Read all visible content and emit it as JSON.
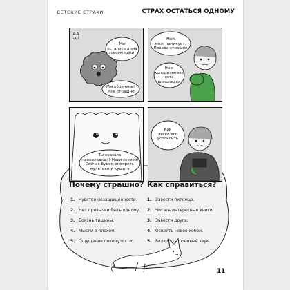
{
  "header": {
    "section": "ДЕТСКИЕ СТРАХИ",
    "title": "СТРАХ ОСТАТЬСЯ ОДНОМУ"
  },
  "comics": {
    "panel1": {
      "scream": "А-А-А-!",
      "bubble_right": "Мы\nостались дома\nсовсем одни!",
      "bubble_bottom": "Мы обречены!\nМне страшно"
    },
    "panel2": {
      "bubble_top": "Мой\nмозг паникует.\nПравда страшно",
      "bubble_bottom": "Но в\nхолодильнике\nесть\nшоколадка"
    },
    "panel3": {
      "bubble": "Ты сказала\n«шоколадка»? Неси скорей!\nСейчас будем смотреть\nмультики и кушать"
    },
    "panel4": {
      "bubble": "Как\nлегко его\nуспокоить"
    }
  },
  "why_scary": {
    "title": "Почему страшно?",
    "items": [
      {
        "num": "1.",
        "text": "Чувство незащищённости."
      },
      {
        "num": "2.",
        "text": "Нет привычки быть одному."
      },
      {
        "num": "3.",
        "text": "Боязнь тишины."
      },
      {
        "num": "4.",
        "text": "Мысли о плохом."
      },
      {
        "num": "5.",
        "text": "Ощущение покинутости."
      }
    ]
  },
  "how_to_cope": {
    "title": "Как справиться?",
    "items": [
      {
        "num": "1.",
        "text": "Завести питомца."
      },
      {
        "num": "2.",
        "text": "Читать интересные книги."
      },
      {
        "num": "3.",
        "text": "Завести друга."
      },
      {
        "num": "4.",
        "text": "Освоить новое хобби."
      },
      {
        "num": "5.",
        "text": "Включить фоновый звук."
      }
    ]
  },
  "page_number": "11",
  "colors": {
    "panel_bg": "#dcdcdc",
    "blob_bg": "#f1f1f1",
    "green": "#49a14a",
    "pink": "#f08aa8",
    "ink": "#111111"
  }
}
